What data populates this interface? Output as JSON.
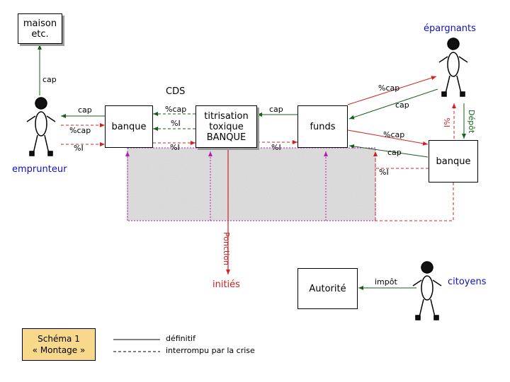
{
  "boxes": {
    "maison": "maison\netc.",
    "banque_left": "banque",
    "titrisation": "titrisation\ntoxique\nBANQUE",
    "funds": "funds",
    "banque_right": "banque",
    "autorite": "Autorité"
  },
  "actors": {
    "emprunteur": "emprunteur",
    "epargnants": "épargnants",
    "citoyens": "citoyens",
    "inities": "initiés"
  },
  "labels": {
    "cap_up": "cap",
    "cap_emp": "cap",
    "pcap_emp": "%cap",
    "pi_emp": "%I",
    "cds": "CDS",
    "pcap_bt": "%cap",
    "pi_bt": "%I",
    "pi_low": "%I",
    "cap_tf": "cap",
    "pi_low2": "%I",
    "pcap_fe": "%cap",
    "cap_ef": "cap",
    "pcap_fb": "%cap",
    "cap_bf": "cap",
    "pi_bf": "%I",
    "ponction": "Ponction",
    "i_ver": "I%",
    "depot_ver": "Dépôt",
    "impot": "impôt"
  },
  "legend": {
    "title": "Schéma 1",
    "subtitle": "« Montage »",
    "solid": "définitif",
    "dashed": "interrompu par la crise"
  },
  "colors": {
    "green": "#1a5e1a",
    "red": "#d42020",
    "magenta": "#b020b0",
    "blue": "#1010c0",
    "legend_bg": "#f8d88a"
  }
}
